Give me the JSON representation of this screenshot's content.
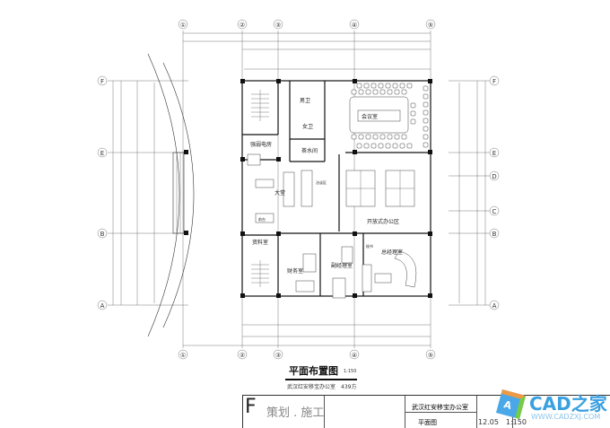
{
  "axes": {
    "vertical": [
      "①",
      "②",
      "③",
      "④",
      "⑤"
    ],
    "horizontal_left": [
      "F",
      "E",
      "B",
      "A"
    ],
    "horizontal_right": [
      "F",
      "E",
      "D",
      "C",
      "B",
      "A"
    ]
  },
  "rooms": {
    "male_toilet": "男卫",
    "female_toilet": "女卫",
    "meeting_room": "会议室",
    "electric_room": "强弱电房",
    "tea_room": "茶水间",
    "lobby": "大堂",
    "reception": "前台",
    "waiting": "洽谈区",
    "open_office": "开放式办公区",
    "archive": "资料室",
    "finance": "财务室",
    "deputy_manager": "副经理室",
    "general_manager": "总经理室",
    "secretary": "秘书"
  },
  "drawing": {
    "title": "平面布置图",
    "scale": "1:150",
    "subtitle": "武汉红安移宝办公室　439方"
  },
  "title_block": {
    "logo": "策划 . 施工",
    "logo_letter": "F",
    "project_name": "武汉红安移宝办公室",
    "drawing_name": "平面图",
    "date_scale": "12.05　1:150"
  },
  "watermark": {
    "brand": "CAD之家",
    "url": "WWW.CADZXJ.COM",
    "cube_letter": "A"
  }
}
